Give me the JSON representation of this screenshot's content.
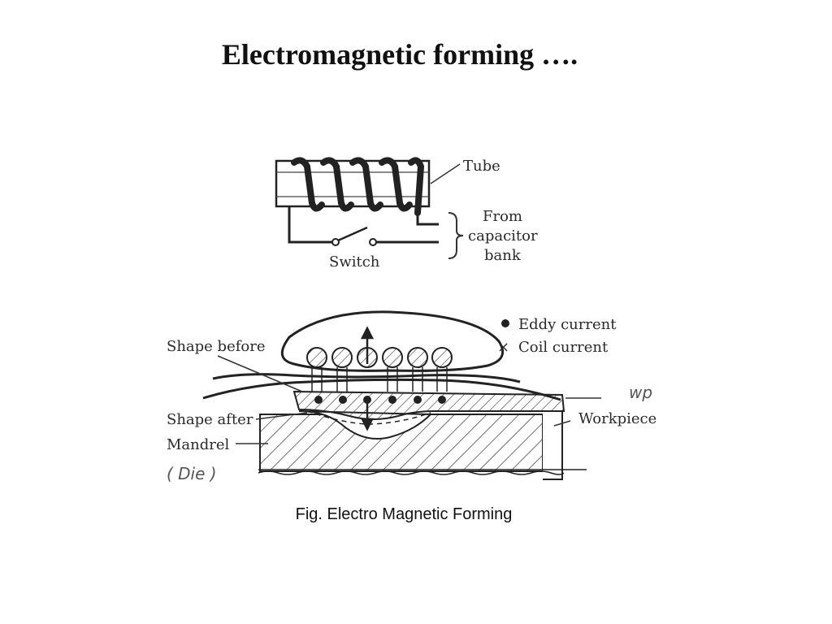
{
  "title": "Electromagnetic forming ….",
  "caption": "Fig. Electro Magnetic Forming",
  "top_figure": {
    "tube_label": "Tube",
    "switch_label": "Switch",
    "source_label_line1": "From",
    "source_label_line2": "capacitor",
    "source_label_line3": "bank"
  },
  "bottom_figure": {
    "legend_eddy": "Eddy current",
    "legend_coil": "Coil current",
    "shape_before": "Shape before",
    "shape_after": "Shape after",
    "mandrel": "Mandrel",
    "die_note": "( Die )",
    "workpiece": "Workpiece",
    "wp_note": "wp"
  },
  "colors": {
    "ink": "#2a2a2a",
    "background": "#ffffff"
  }
}
